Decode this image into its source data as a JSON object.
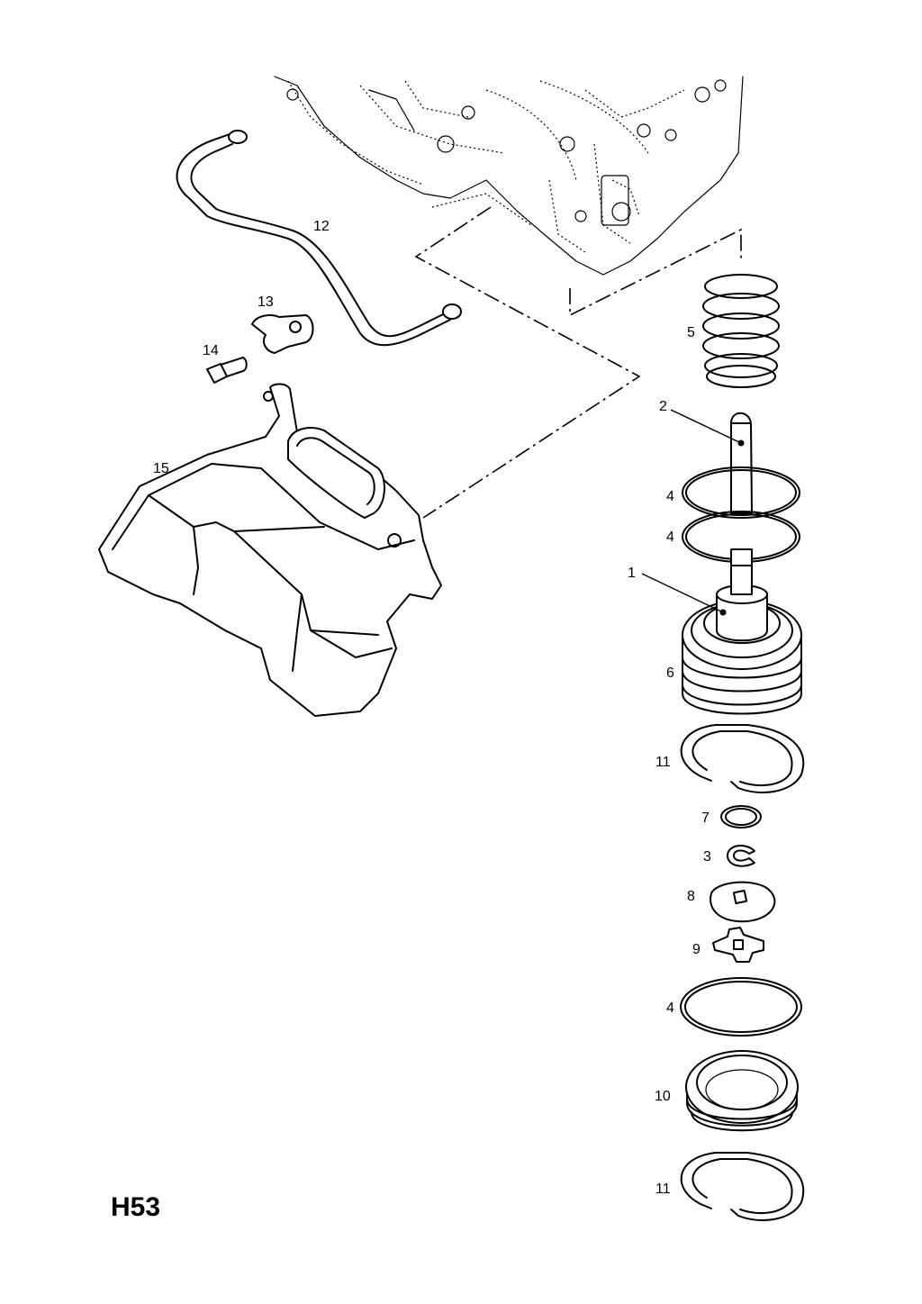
{
  "diagram_code": "H53",
  "labels": {
    "p1": "1",
    "p2": "2",
    "p3": "3",
    "p4a": "4",
    "p4b": "4",
    "p4c": "4",
    "p5": "5",
    "p6": "6",
    "p7": "7",
    "p8": "8",
    "p9": "9",
    "p10": "10",
    "p11a": "11",
    "p11b": "11",
    "p12": "12",
    "p13": "13",
    "p14": "14",
    "p15": "15"
  }
}
